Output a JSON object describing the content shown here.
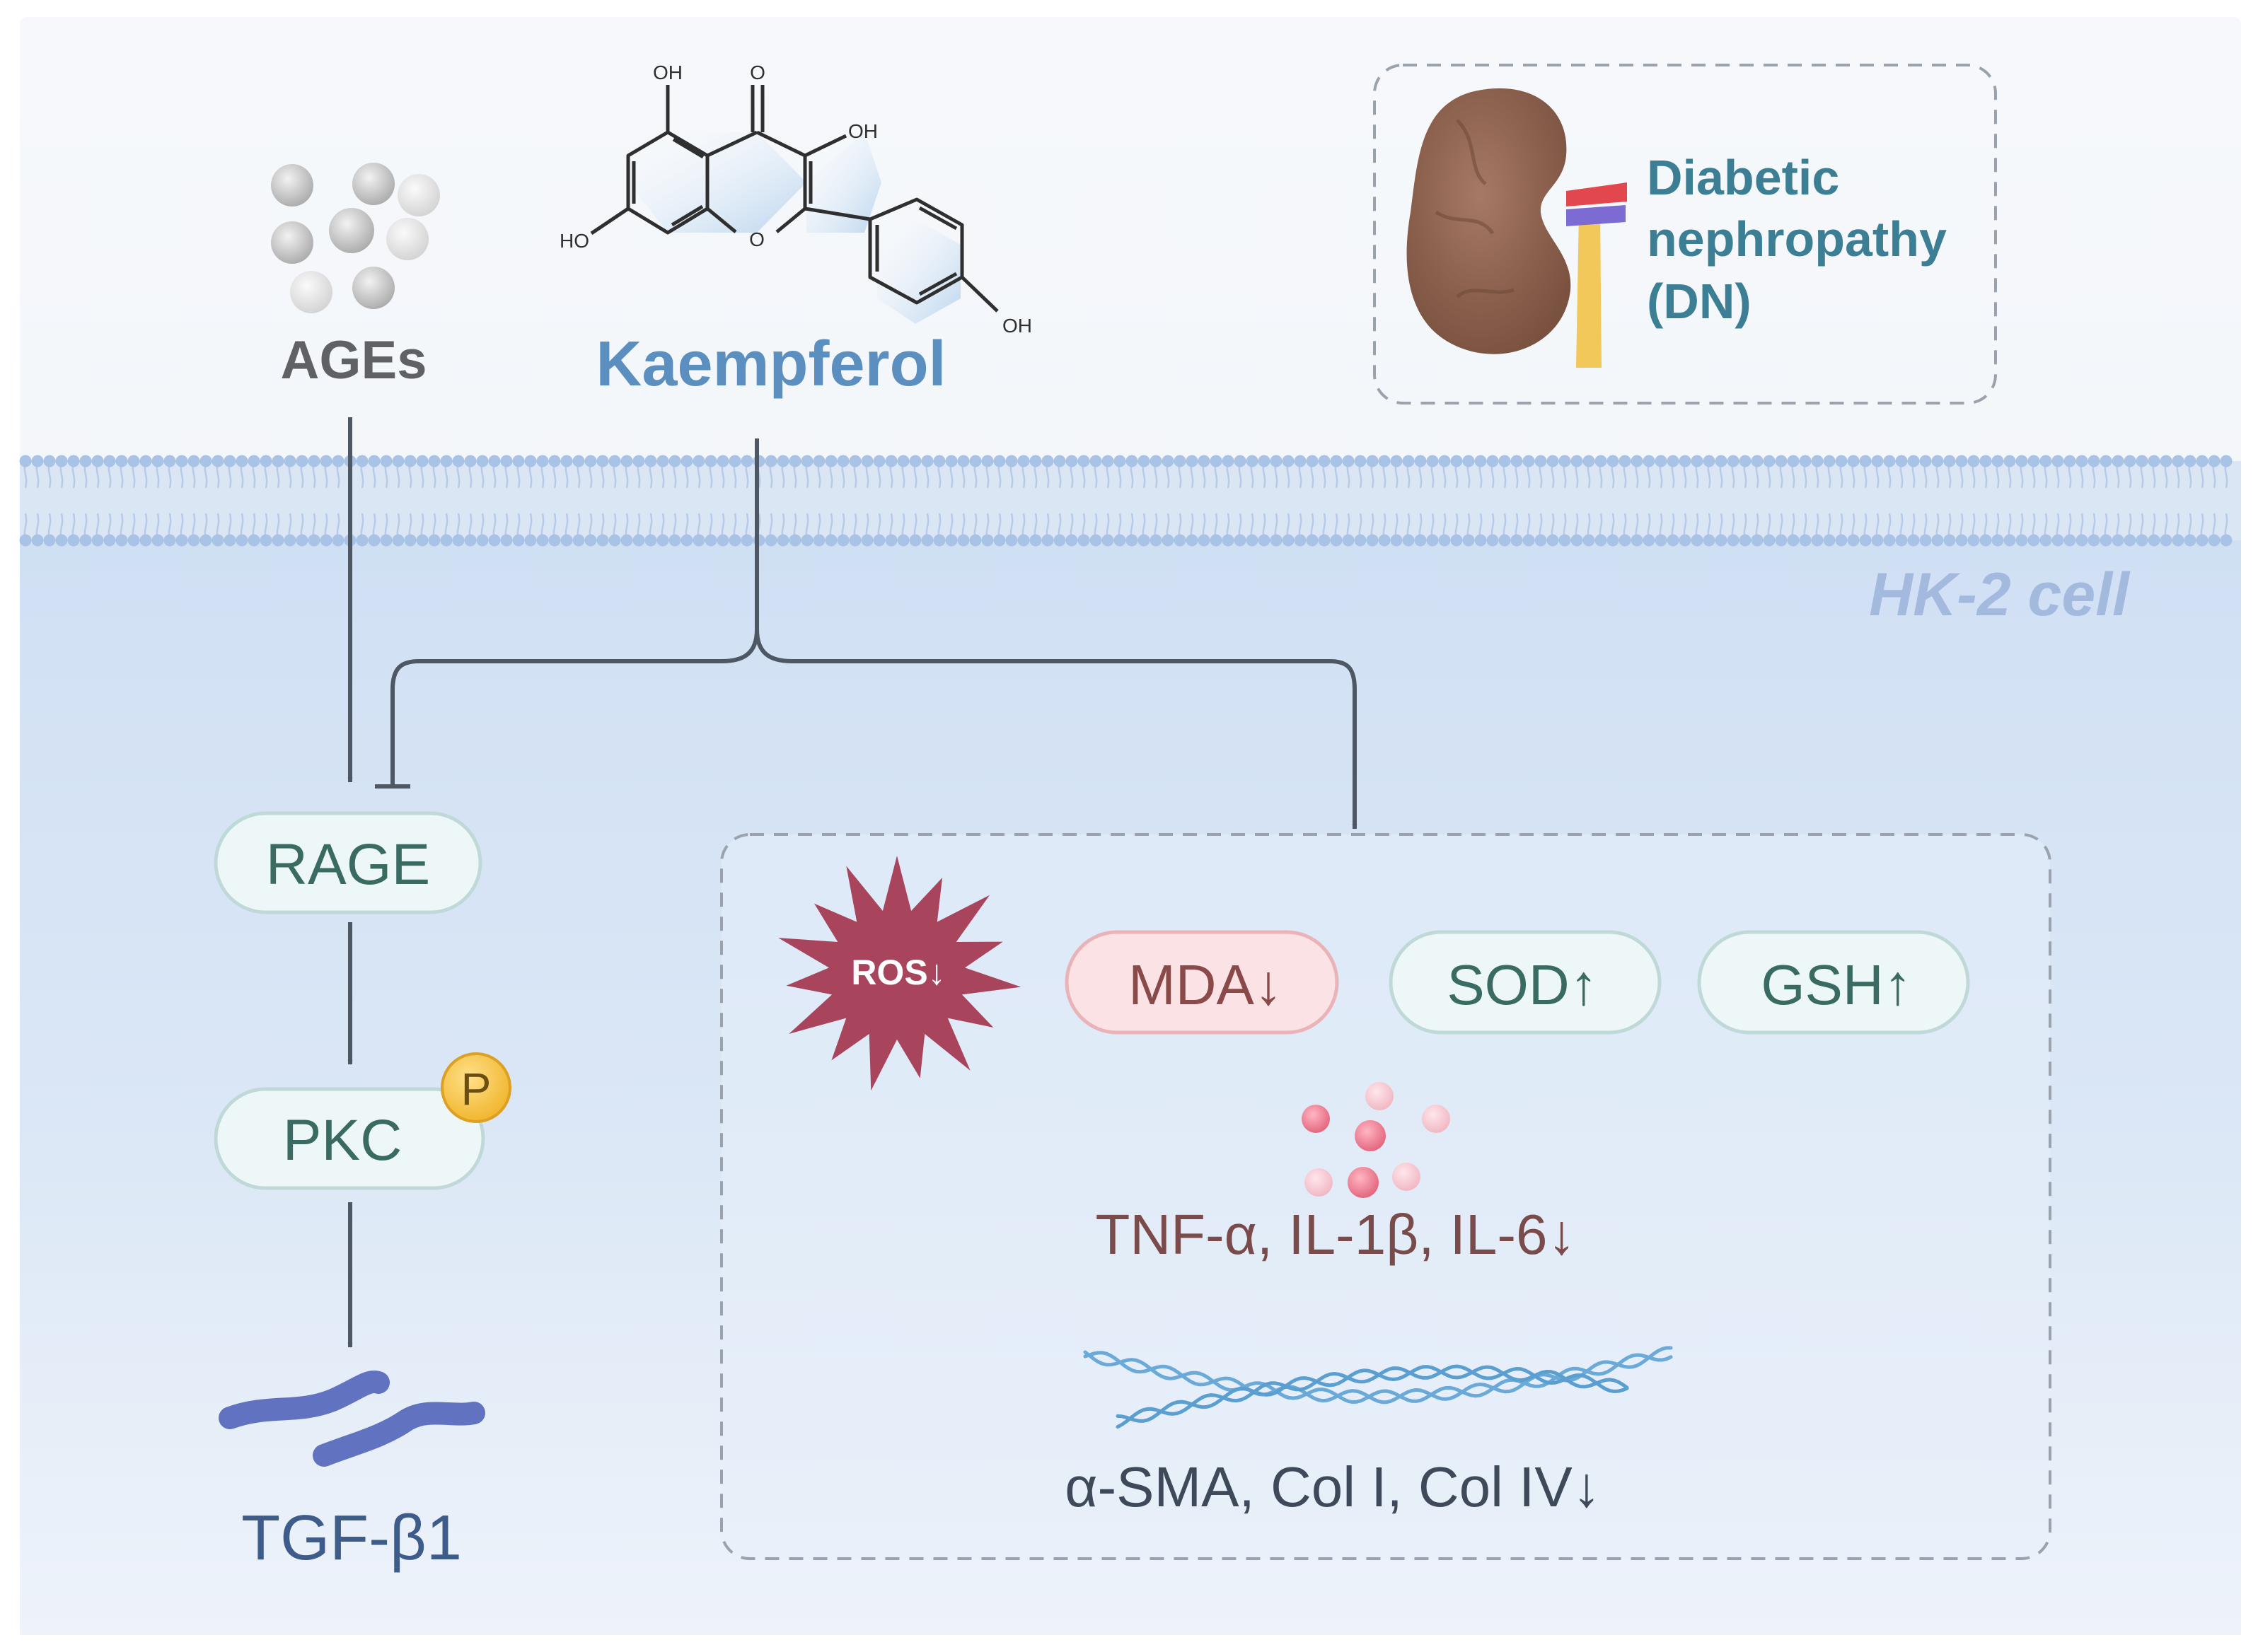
{
  "labels": {
    "ages": "AGEs",
    "kaempferol": "Kaempferol",
    "dn_line1": "Diabetic",
    "dn_line2": "nephropathy",
    "dn_line3": "(DN)",
    "cell": "HK-2 cell",
    "rage": "RAGE",
    "pkc": "PKC",
    "phospho": "P",
    "tgf": "TGF-β1",
    "ros": "ROS↓",
    "mda": "MDA↓",
    "sod": "SOD↑",
    "gsh": "GSH↑",
    "cytokines": "TNF-α, IL-1β, IL-6↓",
    "fibrosis": "α-SMA, Col I, Col IV↓"
  },
  "structure": {
    "oh_top": "OH",
    "o_carbonyl": "O",
    "oh_c3": "OH",
    "ho_c7": "HO",
    "o_ring": "O",
    "oh_phenyl": "OH"
  },
  "colors": {
    "extracellular": "#f3f6fb",
    "cytoplasm": "#d7e4f5",
    "membrane": "#a9c3e6",
    "arrow": "#4e5764",
    "kaempferol_text": "#5b8fc0",
    "cell_label": "#a3b9de",
    "node_text": "#3a6b63",
    "node_fill": "#eef7f7",
    "node_stroke": "#bfd9d8",
    "mda_fill": "#fbe3e5",
    "mda_stroke": "#e9b3b8",
    "mda_text": "#8b4a4a",
    "ros_fill": "#a8455d",
    "phospho_fill": "#f3c040",
    "tgf_protein": "#6173c0",
    "cytokine_dots": "#e2627a",
    "fibre": "#6aa9d8"
  }
}
